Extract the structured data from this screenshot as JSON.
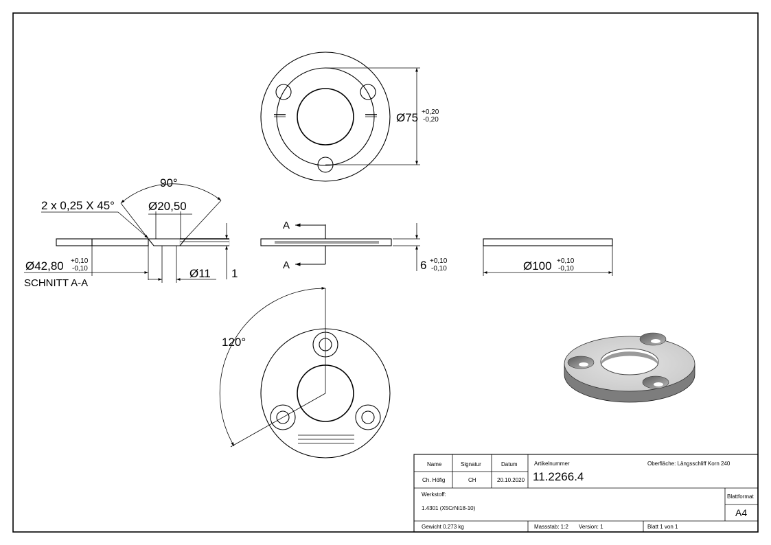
{
  "drawing": {
    "dims": {
      "d75": "Ø75",
      "d75_tol_plus": "+0,20",
      "d75_tol_minus": "-0,20",
      "angle90": "90°",
      "chamfer": "2 x 0,25 X 45°",
      "d20_50": "Ø20,50",
      "d42_80": "Ø42,80",
      "d42_80_tol_plus": "+0,10",
      "d42_80_tol_minus": "-0,10",
      "d11": "Ø11",
      "depth1": "1",
      "section_label": "SCHNITT A-A",
      "section_a_top": "A",
      "section_a_bottom": "A",
      "thickness6": "6",
      "thickness6_tol_plus": "+0,10",
      "thickness6_tol_minus": "-0,10",
      "d100": "Ø100",
      "d100_tol_plus": "+0,10",
      "d100_tol_minus": "-0,10",
      "angle120": "120°"
    }
  },
  "title_block": {
    "hdr_name": "Name",
    "hdr_signatur": "Signatur",
    "hdr_datum": "Datum",
    "hdr_artikelnummer": "Artikelnummer",
    "name_value": "Ch. Höfig",
    "signatur_value": "CH",
    "datum_value": "20.10.2020",
    "artikelnummer_value": "11.2266.4",
    "oberflaeche": "Oberfläche:  Längsschliff Korn 240",
    "werkstoff_label": "Werkstoff:",
    "werkstoff_value": "1.4301 (X5CrNi18-10)",
    "blattformat_label": "Blattformat",
    "blattformat_value": "A4",
    "gewicht": "Gewicht 0.273 kg",
    "massstab": "Massstab: 1:2",
    "version": "Version: 1",
    "blatt": "Blatt 1 von 1"
  }
}
